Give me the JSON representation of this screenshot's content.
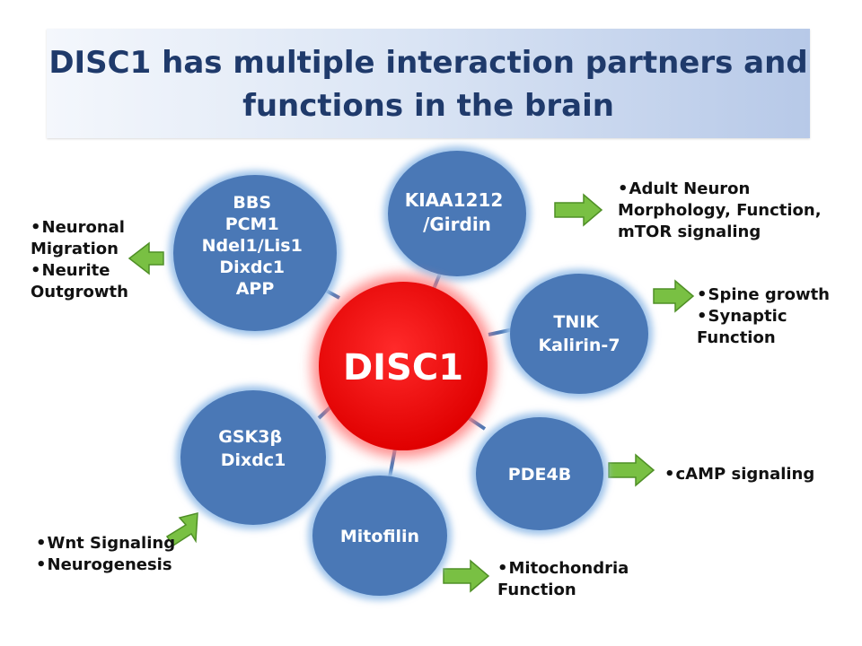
{
  "title": {
    "line1": "DISC1 has multiple interaction partners and",
    "line2": "functions in the brain"
  },
  "center": {
    "label": "DISC1",
    "color": "#ee1c24"
  },
  "colors": {
    "node": "#4a78b6",
    "node_glow": "#9ec3ea",
    "arrow": "#79c043",
    "arrow_stroke": "#4f8f26",
    "connector": "#4a78b6"
  },
  "nodes": {
    "bbs": {
      "lines": [
        "BBS",
        "PCM1",
        "Ndel1/Lis1",
        "Dixdc1",
        "APP"
      ]
    },
    "kiaa": {
      "lines": [
        "KIAA1212",
        "/Girdin"
      ]
    },
    "tnik": {
      "lines": [
        "TNIK",
        "Kalirin-7"
      ]
    },
    "gsk": {
      "lines": [
        "GSK3β",
        "Dixdc1"
      ]
    },
    "pde": {
      "lines": [
        "PDE4B"
      ]
    },
    "mito": {
      "lines": [
        "Mitofilin"
      ]
    }
  },
  "functions": {
    "bbs": [
      "Neuronal Migration",
      "Neurite Outgrowth"
    ],
    "kiaa": [
      "Adult Neuron Morphology, Function, mTOR signaling"
    ],
    "tnik": [
      "Spine growth",
      "Synaptic Function"
    ],
    "gsk": [
      "Wnt Signaling",
      "Neurogenesis"
    ],
    "pde": [
      "cAMP signaling"
    ],
    "mito": [
      "Mitochondria Function"
    ]
  }
}
